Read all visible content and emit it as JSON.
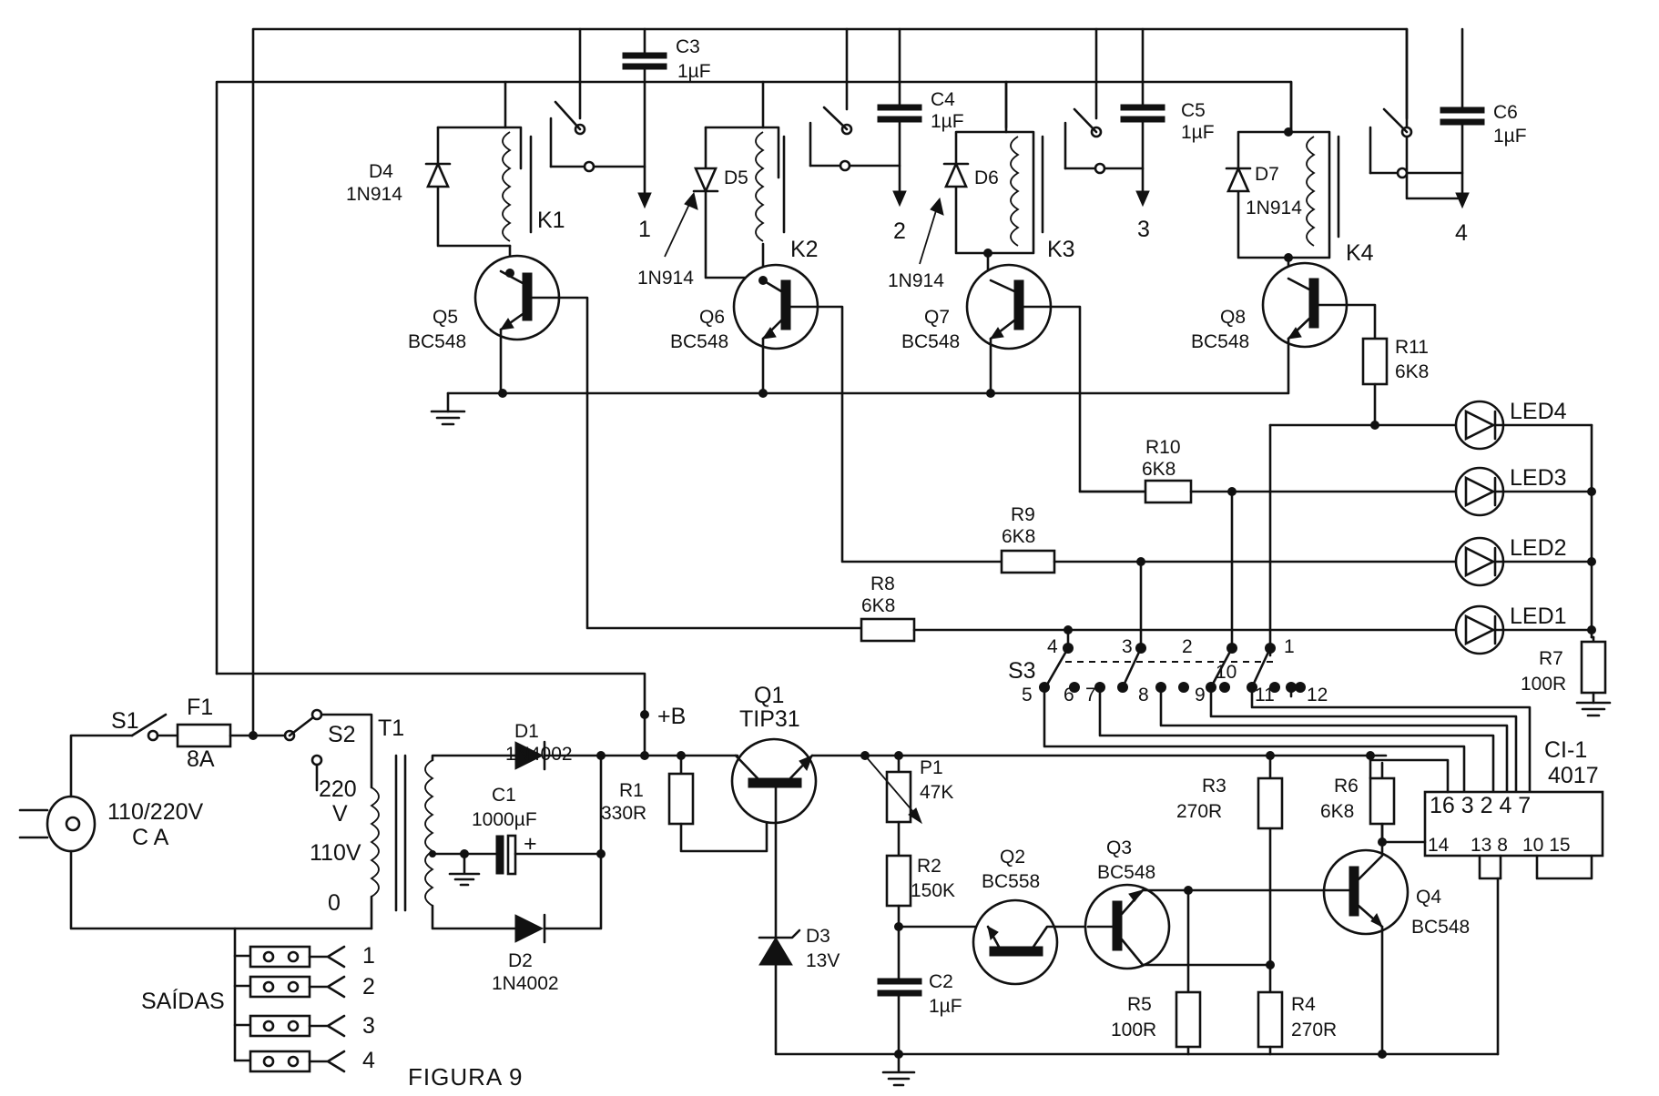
{
  "title": "FIGURA 9",
  "labels": {
    "c3": "C3",
    "c3v": "1µF",
    "c4": "C4",
    "c4v": "1µF",
    "c5": "C5",
    "c5v": "1µF",
    "c6": "C6",
    "c6v": "1µF",
    "d4": "D4",
    "d4v": "1N914",
    "d5": "D5",
    "d5v": "1N914",
    "d6": "D6",
    "d6v": "1N914",
    "d7": "D7",
    "d7v": "1N914",
    "k1": "K1",
    "k2": "K2",
    "k3": "K3",
    "k4": "K4",
    "out1": "1",
    "out2": "2",
    "out3": "3",
    "out4": "4",
    "q5": "Q5",
    "q5v": "BC548",
    "q6": "Q6",
    "q6v": "BC548",
    "q7": "Q7",
    "q7v": "BC548",
    "q8": "Q8",
    "q8v": "BC548",
    "r11": "R11",
    "r11v": "6K8",
    "r10": "R10",
    "r10v": "6K8",
    "r9": "R9",
    "r9v": "6K8",
    "r8": "R8",
    "r8v": "6K8",
    "led4": "LED4",
    "led3": "LED3",
    "led2": "LED2",
    "led1": "LED1",
    "r7": "R7",
    "r7v": "100R",
    "s3": "S3",
    "s3p1": "1",
    "s3p2": "2",
    "s3p3": "3",
    "s3p4": "4",
    "s3p5": "5",
    "s3p6": "6",
    "s3p7": "7",
    "s3p8": "8",
    "s3p9": "9",
    "s3p10": "10",
    "s3p11": "11",
    "s3p12": "12",
    "ci1": "CI-1",
    "ci1v": "4017",
    "pins_top": "16 3 2 4 7",
    "pin14": "14",
    "pins_bottom_a": "13  8",
    "pins_bottom_b": "10   15",
    "s1": "S1",
    "f1": "F1",
    "f1v": "8A",
    "s2": "S2",
    "t1": "T1",
    "mains": "110/220V",
    "mains2": "C A",
    "tap220": "220",
    "tap220v": "V",
    "tap110": "110V",
    "tap0": "0",
    "d1": "D1",
    "d1v": "1N4002",
    "d2": "D2",
    "d2v": "1N4002",
    "c1": "C1",
    "c1v": "1000µF",
    "plus": "+",
    "plusb": "+B",
    "q1": "Q1",
    "q1v": "TIP31",
    "r1": "R1",
    "r1v": "330R",
    "p1": "P1",
    "p1v": "47K",
    "r2": "R2",
    "r2v": "150K",
    "c2": "C2",
    "c2v": "1µF",
    "d3": "D3",
    "d3v": "13V",
    "q2": "Q2",
    "q2v": "BC558",
    "q3": "Q3",
    "q3v": "BC548",
    "q4": "Q4",
    "q4v": "BC548",
    "r3": "R3",
    "r3v": "270R",
    "r4": "R4",
    "r4v": "270R",
    "r5": "R5",
    "r5v": "100R",
    "r6": "R6",
    "r6v": "6K8",
    "saidas": "SAÍDAS",
    "sa1": "1",
    "sa2": "2",
    "sa3": "3",
    "sa4": "4"
  }
}
